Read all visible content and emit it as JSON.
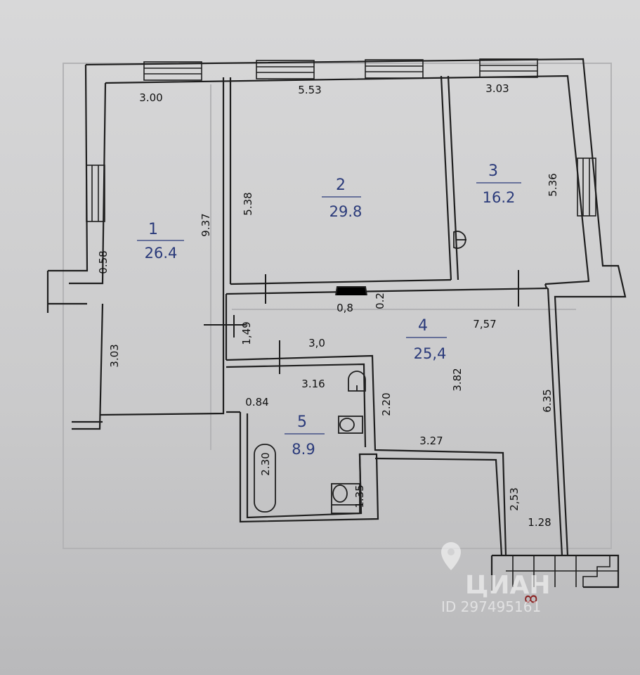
{
  "rooms": [
    {
      "number": "1",
      "area": "26.4"
    },
    {
      "number": "2",
      "area": "29.8"
    },
    {
      "number": "3",
      "area": "16.2"
    },
    {
      "number": "4",
      "area": "25,4"
    },
    {
      "number": "5",
      "area": "8.9"
    }
  ],
  "dimensions": {
    "r1_top": "3.00",
    "r1_height": "9.37",
    "r1_left_upper": "0.58",
    "r1_left_lower": "3.03",
    "r2_top": "5.53",
    "r2_height": "5.38",
    "r3_top": "3.03",
    "r3_height": "5.36",
    "door_width": "0,8",
    "door_offset": "0.2",
    "wall_149": "1,49",
    "r4_width": "7,57",
    "r4_height": "3.82",
    "r4_inner": "3,0",
    "r4_right": "6.35",
    "r4_lower": "3.27",
    "r4_stair_h": "2,53",
    "r4_stair_w": "1.28",
    "r5_top": "3.16",
    "r5_left": "0.84",
    "r5_h": "2.20",
    "r5_bath": "2.30",
    "r5_wc": "1.35"
  },
  "watermark": {
    "brand": "ЦИАН",
    "id": "ID 297495161"
  },
  "stair_mark": "8",
  "colors": {
    "wall": "#1e1e1e",
    "room_label": "#2a3a7a",
    "paper": "#cfcfd0",
    "stair_mark": "#8a1f1f"
  }
}
